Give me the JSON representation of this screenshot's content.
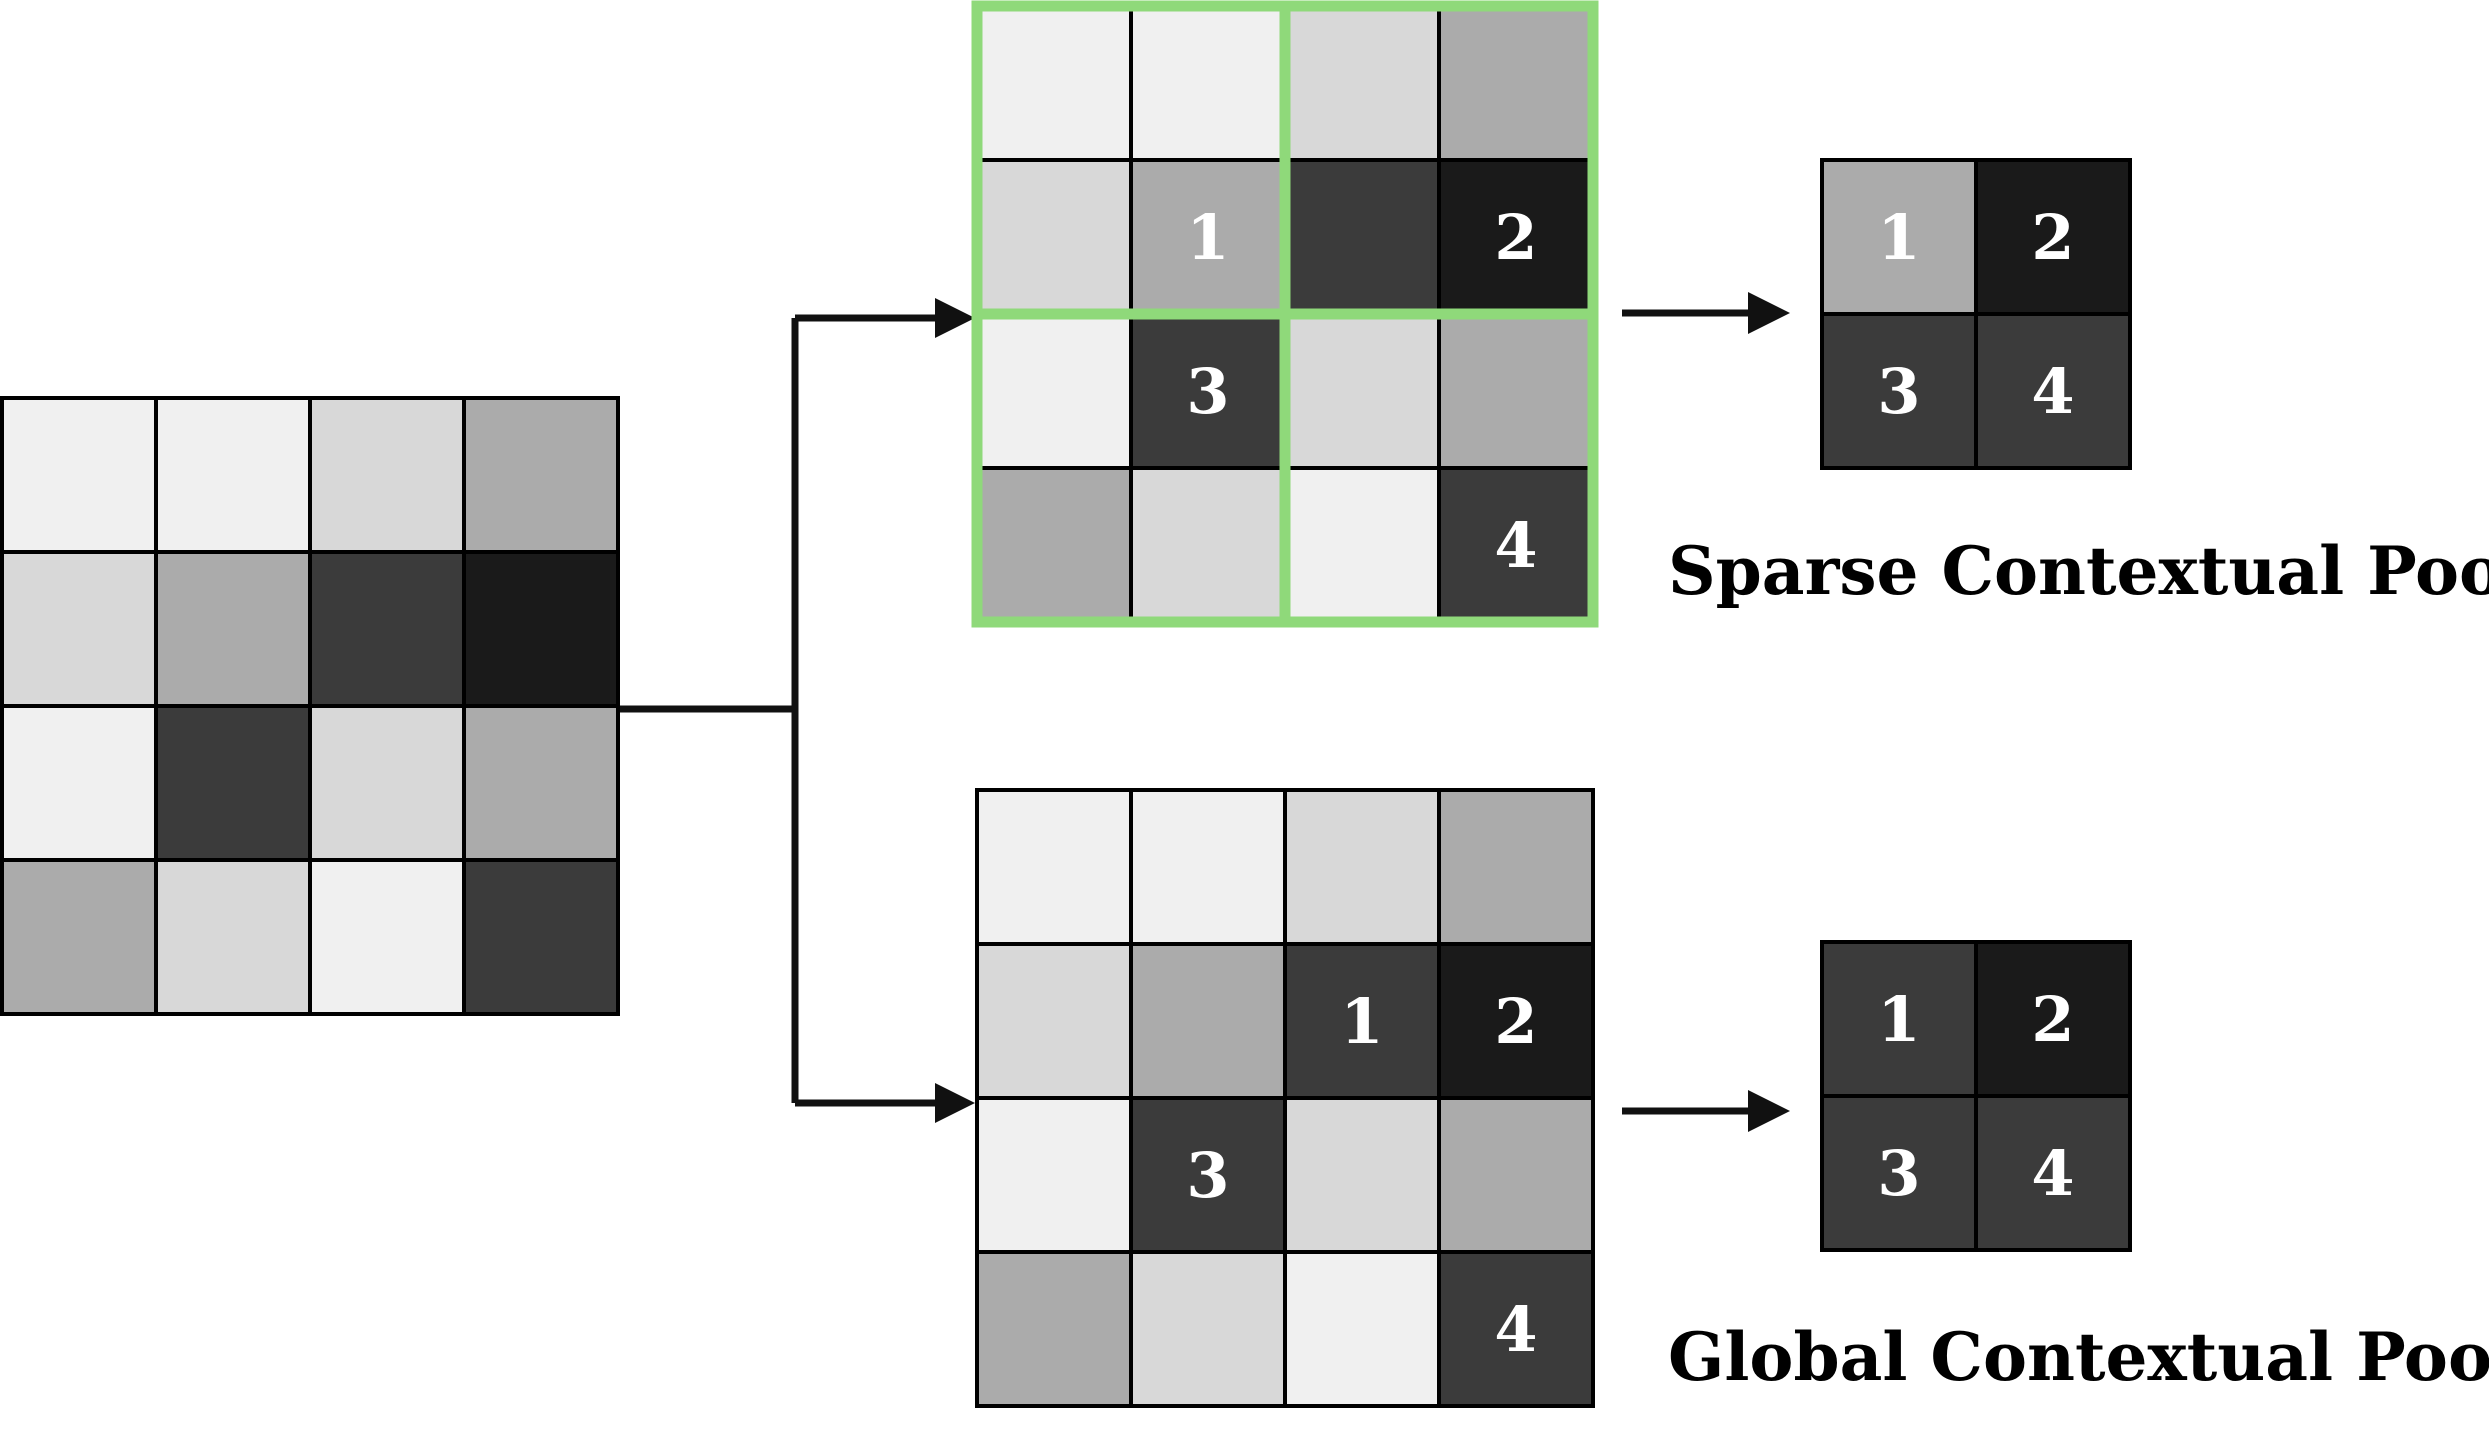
{
  "palette": {
    "L": "#f0f0f0",
    "M": "#d8d8d8",
    "G": "#ababab",
    "D": "#3b3b3b",
    "K": "#1a1a1a",
    "grid_line": "#000000",
    "highlight": "#8fd97a",
    "arrow": "#111111",
    "number_text": "#ffffff"
  },
  "input_grid": {
    "cells": [
      [
        "L",
        "L",
        "M",
        "G"
      ],
      [
        "M",
        "G",
        "D",
        "K"
      ],
      [
        "L",
        "D",
        "M",
        "G"
      ],
      [
        "G",
        "M",
        "L",
        "D"
      ]
    ]
  },
  "sparse": {
    "label": "Sparse Contextual Pooling",
    "grid_cells": [
      [
        "L",
        "L",
        "M",
        "G"
      ],
      [
        "M",
        "G",
        "D",
        "K"
      ],
      [
        "L",
        "D",
        "M",
        "G"
      ],
      [
        "G",
        "M",
        "L",
        "D"
      ]
    ],
    "grid_numbers": [
      [
        "",
        "",
        "",
        ""
      ],
      [
        "",
        "1",
        "",
        "2"
      ],
      [
        "",
        "3",
        "",
        ""
      ],
      [
        "",
        "",
        "",
        "4"
      ]
    ],
    "output_cells": [
      [
        "G",
        "K"
      ],
      [
        "D",
        "D"
      ]
    ],
    "output_numbers": [
      [
        "1",
        "2"
      ],
      [
        "3",
        "4"
      ]
    ]
  },
  "global": {
    "label": "Global Contextual Pooling",
    "grid_cells": [
      [
        "L",
        "L",
        "M",
        "G"
      ],
      [
        "M",
        "G",
        "D",
        "K"
      ],
      [
        "L",
        "D",
        "M",
        "G"
      ],
      [
        "G",
        "M",
        "L",
        "D"
      ]
    ],
    "grid_numbers": [
      [
        "",
        "",
        "",
        ""
      ],
      [
        "",
        "",
        "1",
        "2"
      ],
      [
        "",
        "3",
        "",
        ""
      ],
      [
        "",
        "",
        "",
        "4"
      ]
    ],
    "output_cells": [
      [
        "D",
        "K"
      ],
      [
        "D",
        "D"
      ]
    ],
    "output_numbers": [
      [
        "1",
        "2"
      ],
      [
        "3",
        "4"
      ]
    ]
  }
}
